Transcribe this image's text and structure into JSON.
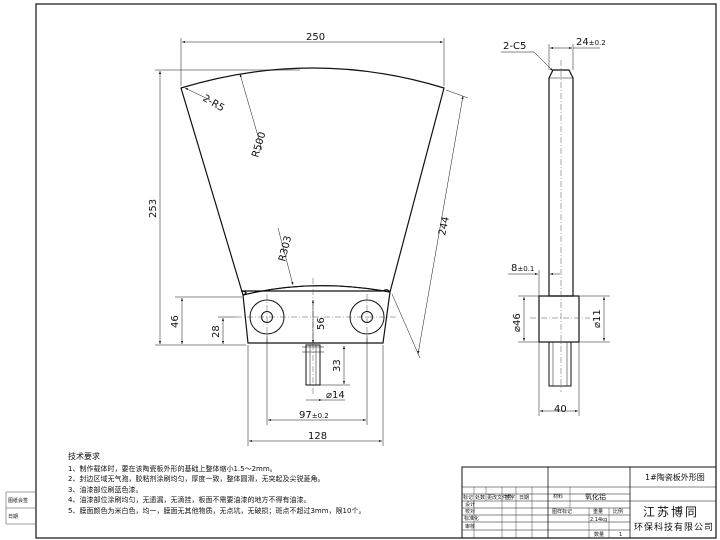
{
  "part": {
    "top_width": "250",
    "corner_radius": "2-R5",
    "arc_radius_outer": "R500",
    "height_total": "253",
    "slant_length": "244",
    "arc_radius_inner": "R303",
    "bottom_height": "46",
    "hole_offset": "28",
    "hole_spacing": "56",
    "shaft_length": "33",
    "shaft_diameter": "⌀14",
    "hole_pitch_main": "97",
    "hole_pitch_tol": "±0.2",
    "bottom_width": "128"
  },
  "side_view": {
    "chamfer": "2-C5",
    "thickness_main": "24",
    "thickness_tol": "±0.2",
    "boss_length_main": "8",
    "boss_length_tol": "±0.1",
    "boss_diameter": "⌀46",
    "pin_diameter": "⌀11",
    "overall_width": "40"
  },
  "tech_notes": {
    "title": "技术要求",
    "items": [
      "1、制作载体时，要在该陶瓷板外形的基础上整体缩小1.5～2mm。",
      "2、封边区域无气孢，胶粘剂涂刷均匀，厚度一致，整体圆滑，无突起及尖锐菱角。",
      "3、油漆部位刷蓝色漆。",
      "4、油漆部位涂刷均匀，无遗漏，无滴挂，板面不需要油漆的地方不得有油漆。",
      "5、膜面颜色为米白色，均一，膜面无其他物质，无点坑，无破损；斑点不超过3mm，限10个。"
    ]
  },
  "title_block": {
    "title": "1#陶瓷板外形图",
    "material_label": "材料",
    "material_value": "氧化铝",
    "weight": "2.14kg",
    "quantity": "1",
    "company_line1": "江苏博同",
    "company_line2": "环保科技有限公司",
    "row_labels": [
      "标记",
      "处数",
      "更改文件号",
      "签字",
      "日期"
    ],
    "left_labels": [
      "设计",
      "校对",
      "标准化",
      "审核"
    ],
    "stage_labels": [
      "图样标记",
      "重量",
      "比例"
    ],
    "qty_label": "数量",
    "side_labels": [
      "图纸会签",
      "日期"
    ]
  }
}
